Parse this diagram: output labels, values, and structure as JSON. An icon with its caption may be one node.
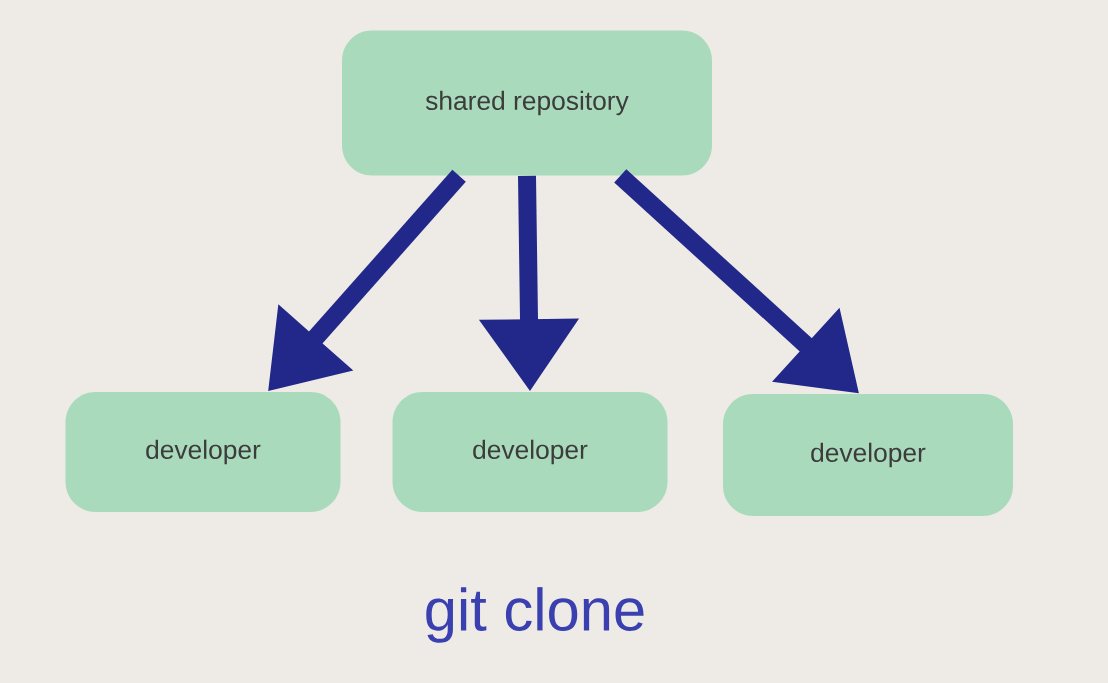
{
  "diagram": {
    "title": "git clone",
    "nodes": [
      {
        "text": [
          "shared repository"
        ]
      },
      {
        "text": [
          "developer"
        ]
      },
      {
        "text": [
          "developer"
        ]
      },
      {
        "text": [
          "developer"
        ]
      }
    ],
    "edges": [
      {
        "from": 0,
        "to": 1,
        "arrow": "to"
      },
      {
        "from": 0,
        "to": 2,
        "arrow": "to"
      },
      {
        "from": 0,
        "to": 3,
        "arrow": "to"
      }
    ]
  }
}
